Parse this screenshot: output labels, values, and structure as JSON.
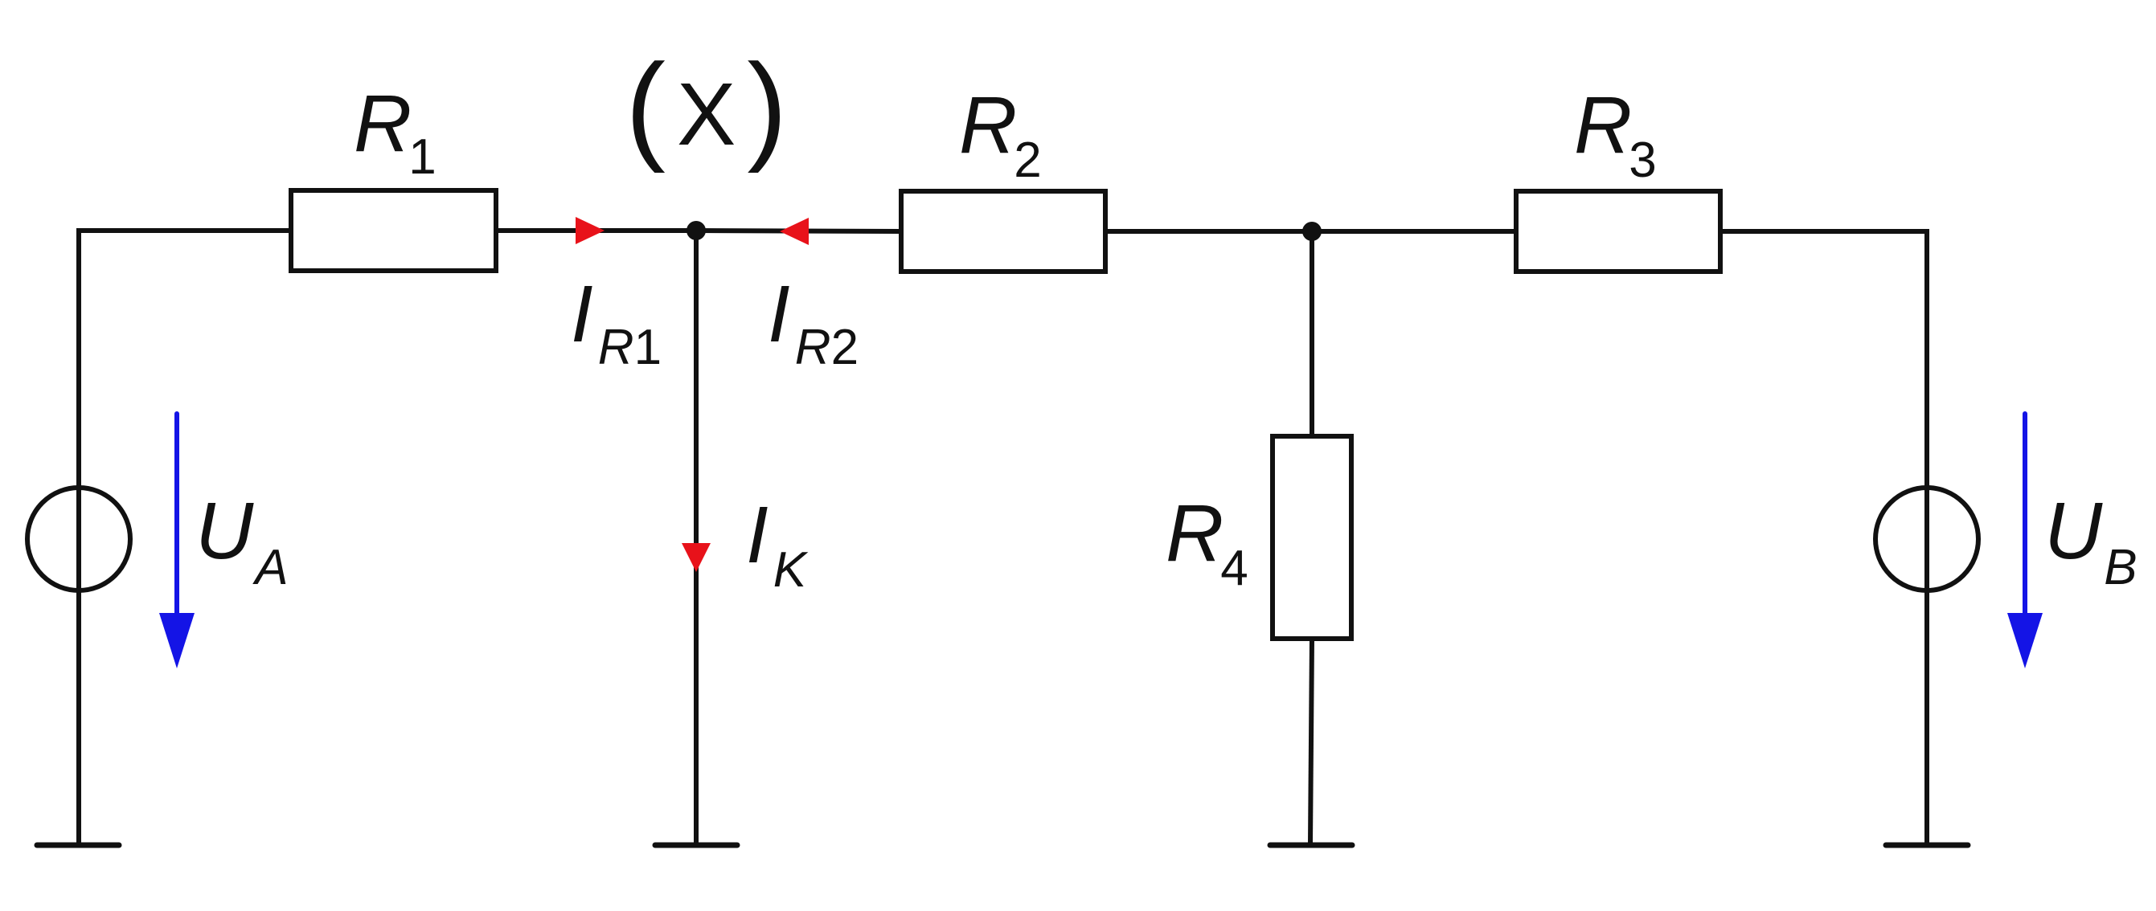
{
  "diagram": {
    "resistors": {
      "r1": {
        "symbol": "R",
        "index": "1"
      },
      "r2": {
        "symbol": "R",
        "index": "2"
      },
      "r3": {
        "symbol": "R",
        "index": "3"
      },
      "r4": {
        "symbol": "R",
        "index": "4"
      }
    },
    "node_x": {
      "open": "(",
      "name": "X",
      "close": ")"
    },
    "currents": {
      "ir1": {
        "symbol": "I",
        "sub_letter": "R",
        "sub_index": "1"
      },
      "ir2": {
        "symbol": "I",
        "sub_letter": "R",
        "sub_index": "2"
      },
      "ik": {
        "symbol": "I",
        "sub_letter": "K"
      }
    },
    "sources": {
      "ua": {
        "symbol": "U",
        "sub_letter": "A"
      },
      "ub": {
        "symbol": "U",
        "sub_letter": "B"
      }
    },
    "colors": {
      "wire": "#111111",
      "current_arrow": "#e8121a",
      "voltage_arrow": "#1414e6"
    }
  }
}
